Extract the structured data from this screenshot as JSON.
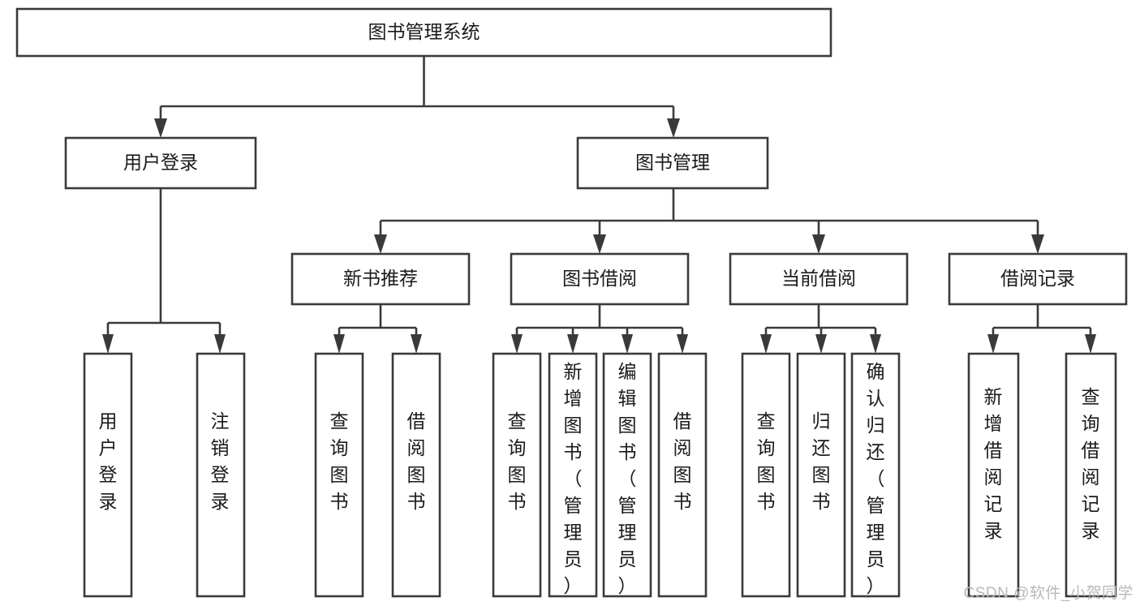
{
  "diagram": {
    "title": "图书管理系统",
    "type": "tree-hierarchy",
    "watermark": "CSDN @软件_小贺同学",
    "colors": {
      "stroke": "#3a3a3a",
      "box_fill": "#ffffff",
      "text": "#1a1a1a",
      "background": "#ffffff",
      "watermark": "#b9b9b9"
    },
    "root": {
      "label": "图书管理系统"
    },
    "level2": [
      {
        "label": "用户登录"
      },
      {
        "label": "图书管理"
      }
    ],
    "level3": [
      {
        "label": "新书推荐"
      },
      {
        "label": "图书借阅"
      },
      {
        "label": "当前借阅"
      },
      {
        "label": "借阅记录"
      }
    ],
    "leaves": {
      "user_login": [
        {
          "label": "用户登录"
        },
        {
          "label": "注销登录"
        }
      ],
      "new_book_recommend": [
        {
          "label": "查询图书"
        },
        {
          "label": "借阅图书"
        }
      ],
      "book_borrow": [
        {
          "label": "查询图书"
        },
        {
          "label": "新增图书（管理员）"
        },
        {
          "label": "编辑图书（管理员）"
        },
        {
          "label": "借阅图书"
        }
      ],
      "current_borrow": [
        {
          "label": "查询图书"
        },
        {
          "label": "归还图书"
        },
        {
          "label": "确认归还（管理员）"
        }
      ],
      "borrow_record": [
        {
          "label": "新增借阅记录"
        },
        {
          "label": "查询借阅记录"
        }
      ]
    }
  }
}
